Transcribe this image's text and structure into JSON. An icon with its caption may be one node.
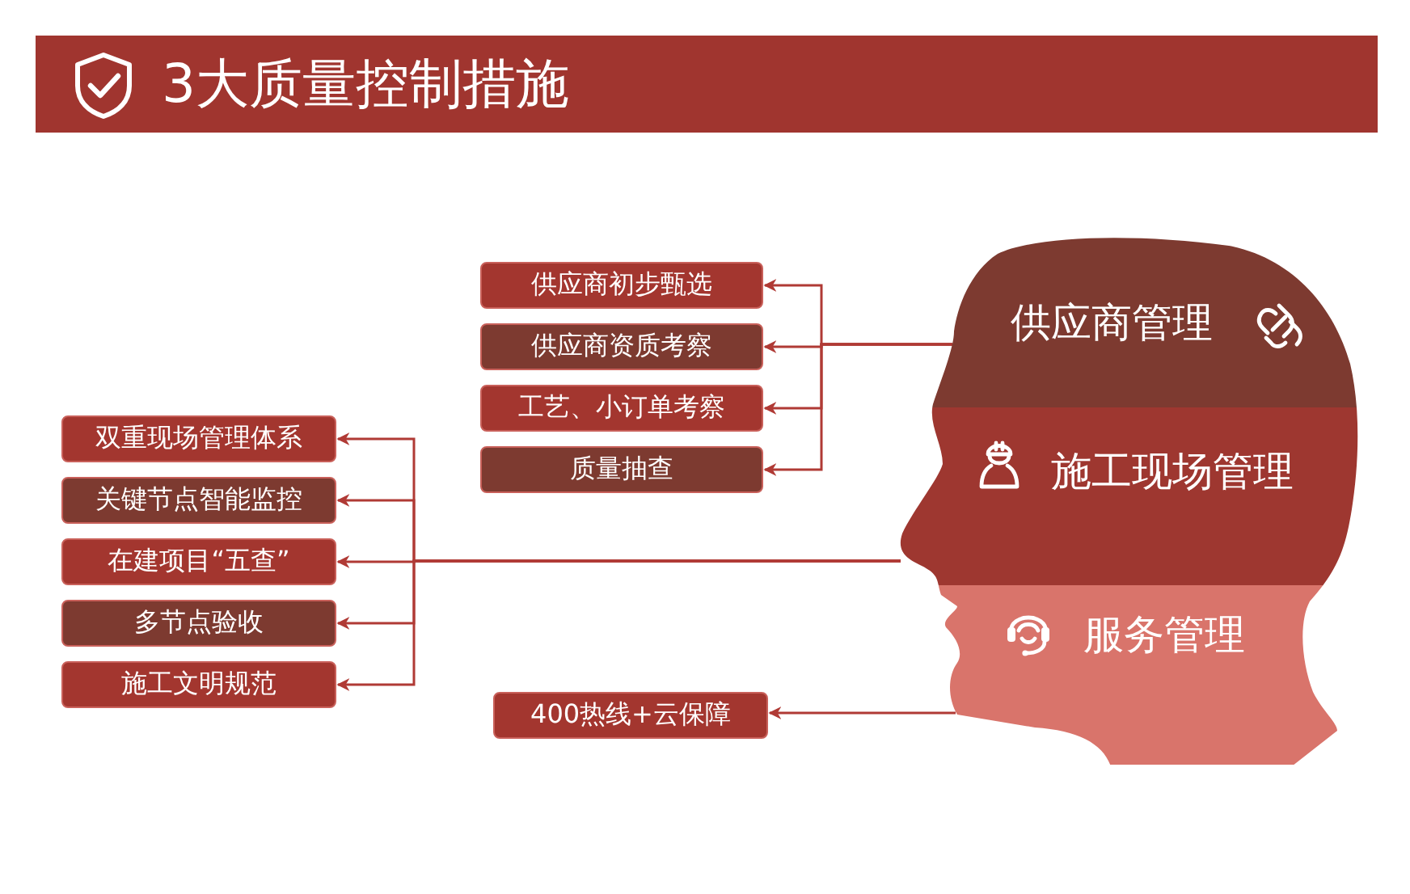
{
  "diagram": {
    "title": "3大质量控制措施",
    "nodes": [
      {
        "text": [
          "供应商管理"
        ]
      },
      {
        "text": [
          "施工现场管理"
        ]
      },
      {
        "text": [
          "服务管理"
        ]
      },
      {
        "text": [
          "供应商初步甄选"
        ]
      },
      {
        "text": [
          "供应商资质考察"
        ]
      },
      {
        "text": [
          "工艺、小订单考察"
        ]
      },
      {
        "text": [
          "质量抽查"
        ]
      },
      {
        "text": [
          "双重现场管理体系"
        ]
      },
      {
        "text": [
          "关键节点智能监控"
        ]
      },
      {
        "text": [
          "在建项目“五查”"
        ]
      },
      {
        "text": [
          "多节点验收"
        ]
      },
      {
        "text": [
          "施工文明规范"
        ]
      },
      {
        "text": [
          "400热线+云保障"
        ]
      }
    ],
    "edges": [
      {
        "from": 0,
        "to": 3,
        "arrow": "to"
      },
      {
        "from": 0,
        "to": 4,
        "arrow": "to"
      },
      {
        "from": 0,
        "to": 5,
        "arrow": "to"
      },
      {
        "from": 0,
        "to": 6,
        "arrow": "to"
      },
      {
        "from": 1,
        "to": 7,
        "arrow": "to"
      },
      {
        "from": 1,
        "to": 8,
        "arrow": "to"
      },
      {
        "from": 1,
        "to": 9,
        "arrow": "to"
      },
      {
        "from": 1,
        "to": 10,
        "arrow": "to"
      },
      {
        "from": 1,
        "to": 11,
        "arrow": "to"
      },
      {
        "from": 2,
        "to": 12,
        "arrow": "to"
      }
    ]
  }
}
